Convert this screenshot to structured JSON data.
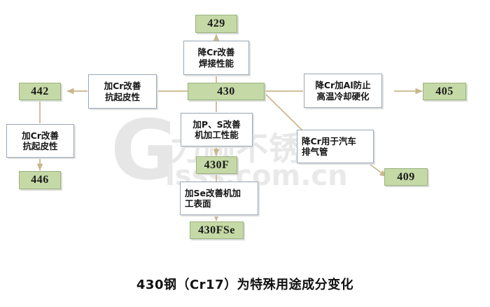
{
  "caption": "430钢（Cr17）为特殊用途成分变化",
  "watermark": {
    "logo": "G",
    "brand": "力顺不锈钢",
    "url": "lsss.com.cn"
  },
  "colors": {
    "grade_fill": "#c5d9a6",
    "grade_border": "#9ab37c",
    "connector": "#c9b68c",
    "label_border": "#9aa6b4",
    "background": "#ffffff"
  },
  "grades": [
    {
      "id": "429",
      "label": "429"
    },
    {
      "id": "442",
      "label": "442"
    },
    {
      "id": "446",
      "label": "446"
    },
    {
      "id": "430",
      "label": "430"
    },
    {
      "id": "430F",
      "label": "430F"
    },
    {
      "id": "430FSe",
      "label": "430FSe"
    },
    {
      "id": "405",
      "label": "405"
    },
    {
      "id": "409",
      "label": "409"
    }
  ],
  "labels": [
    {
      "id": "to429",
      "lines": [
        "降Cr改善",
        "焊接性能"
      ]
    },
    {
      "id": "to442",
      "lines": [
        "加Cr改善",
        "抗起皮性"
      ]
    },
    {
      "id": "to446",
      "lines": [
        "加Cr改善",
        "抗起皮性"
      ]
    },
    {
      "id": "to430F",
      "lines": [
        "加P、S改善",
        "机加工性能"
      ]
    },
    {
      "id": "to430FSe",
      "lines": [
        "加Se改善机加",
        "工表面"
      ]
    },
    {
      "id": "to405",
      "lines": [
        "降Cr加Al防止",
        "高温冷却硬化"
      ]
    },
    {
      "id": "to409",
      "lines": [
        "降Cr用于汽车",
        "排气管"
      ]
    }
  ],
  "edges": [
    {
      "from": "430",
      "to": "429",
      "via": "to429",
      "direction": "up"
    },
    {
      "from": "430",
      "to": "442",
      "via": "to442",
      "direction": "left"
    },
    {
      "from": "442",
      "to": "446",
      "via": "to446",
      "direction": "down"
    },
    {
      "from": "430",
      "to": "430F",
      "via": "to430F",
      "direction": "down"
    },
    {
      "from": "430F",
      "to": "430FSe",
      "via": "to430FSe",
      "direction": "down"
    },
    {
      "from": "430",
      "to": "405",
      "via": "to405",
      "direction": "right"
    },
    {
      "from": "430",
      "to": "409",
      "via": "to409",
      "direction": "diagonal-down-right"
    }
  ]
}
